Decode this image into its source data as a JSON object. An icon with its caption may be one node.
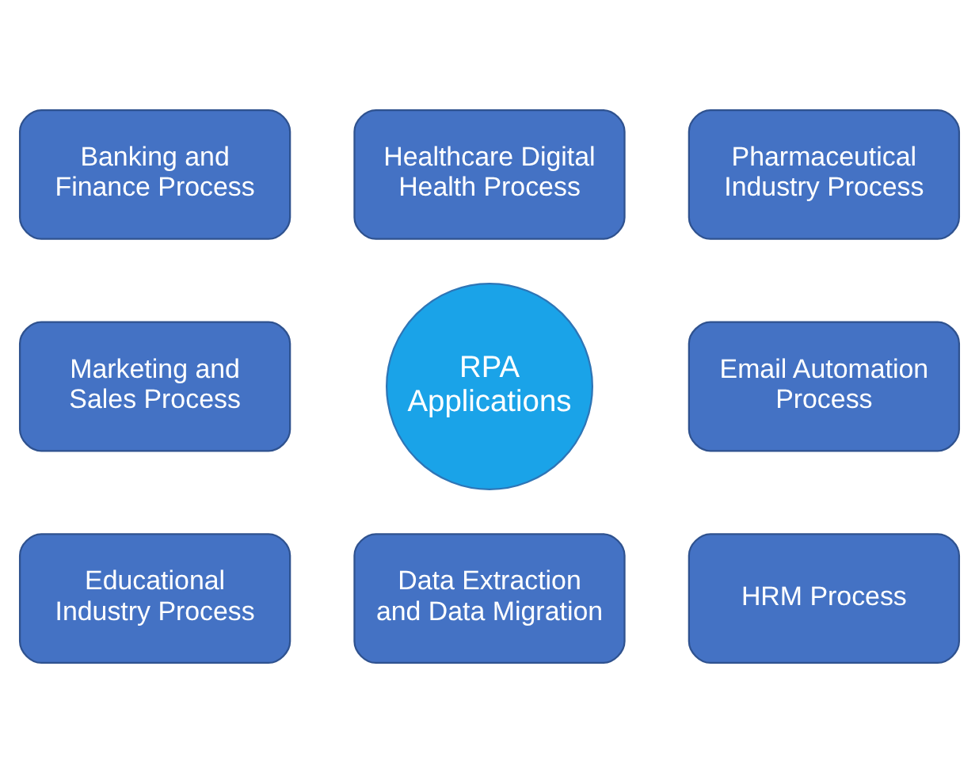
{
  "diagram": {
    "nodes": [
      {
        "text": [
          "Healthcare Digital Health Process"
        ]
      },
      {
        "text": [
          "Banking and Finance Process"
        ]
      },
      {
        "text": [
          "Pharmaceutical Industry Process"
        ]
      },
      {
        "text": [
          "Marketing and Sales Process"
        ]
      },
      {
        "text": [
          "RPA Applications"
        ]
      },
      {
        "text": [
          "Email Automation Process"
        ]
      },
      {
        "text": [
          "Educational Industry Process"
        ]
      },
      {
        "text": [
          "HRM Process"
        ]
      },
      {
        "text": [
          "Data Extraction and Data Migration"
        ]
      }
    ]
  }
}
